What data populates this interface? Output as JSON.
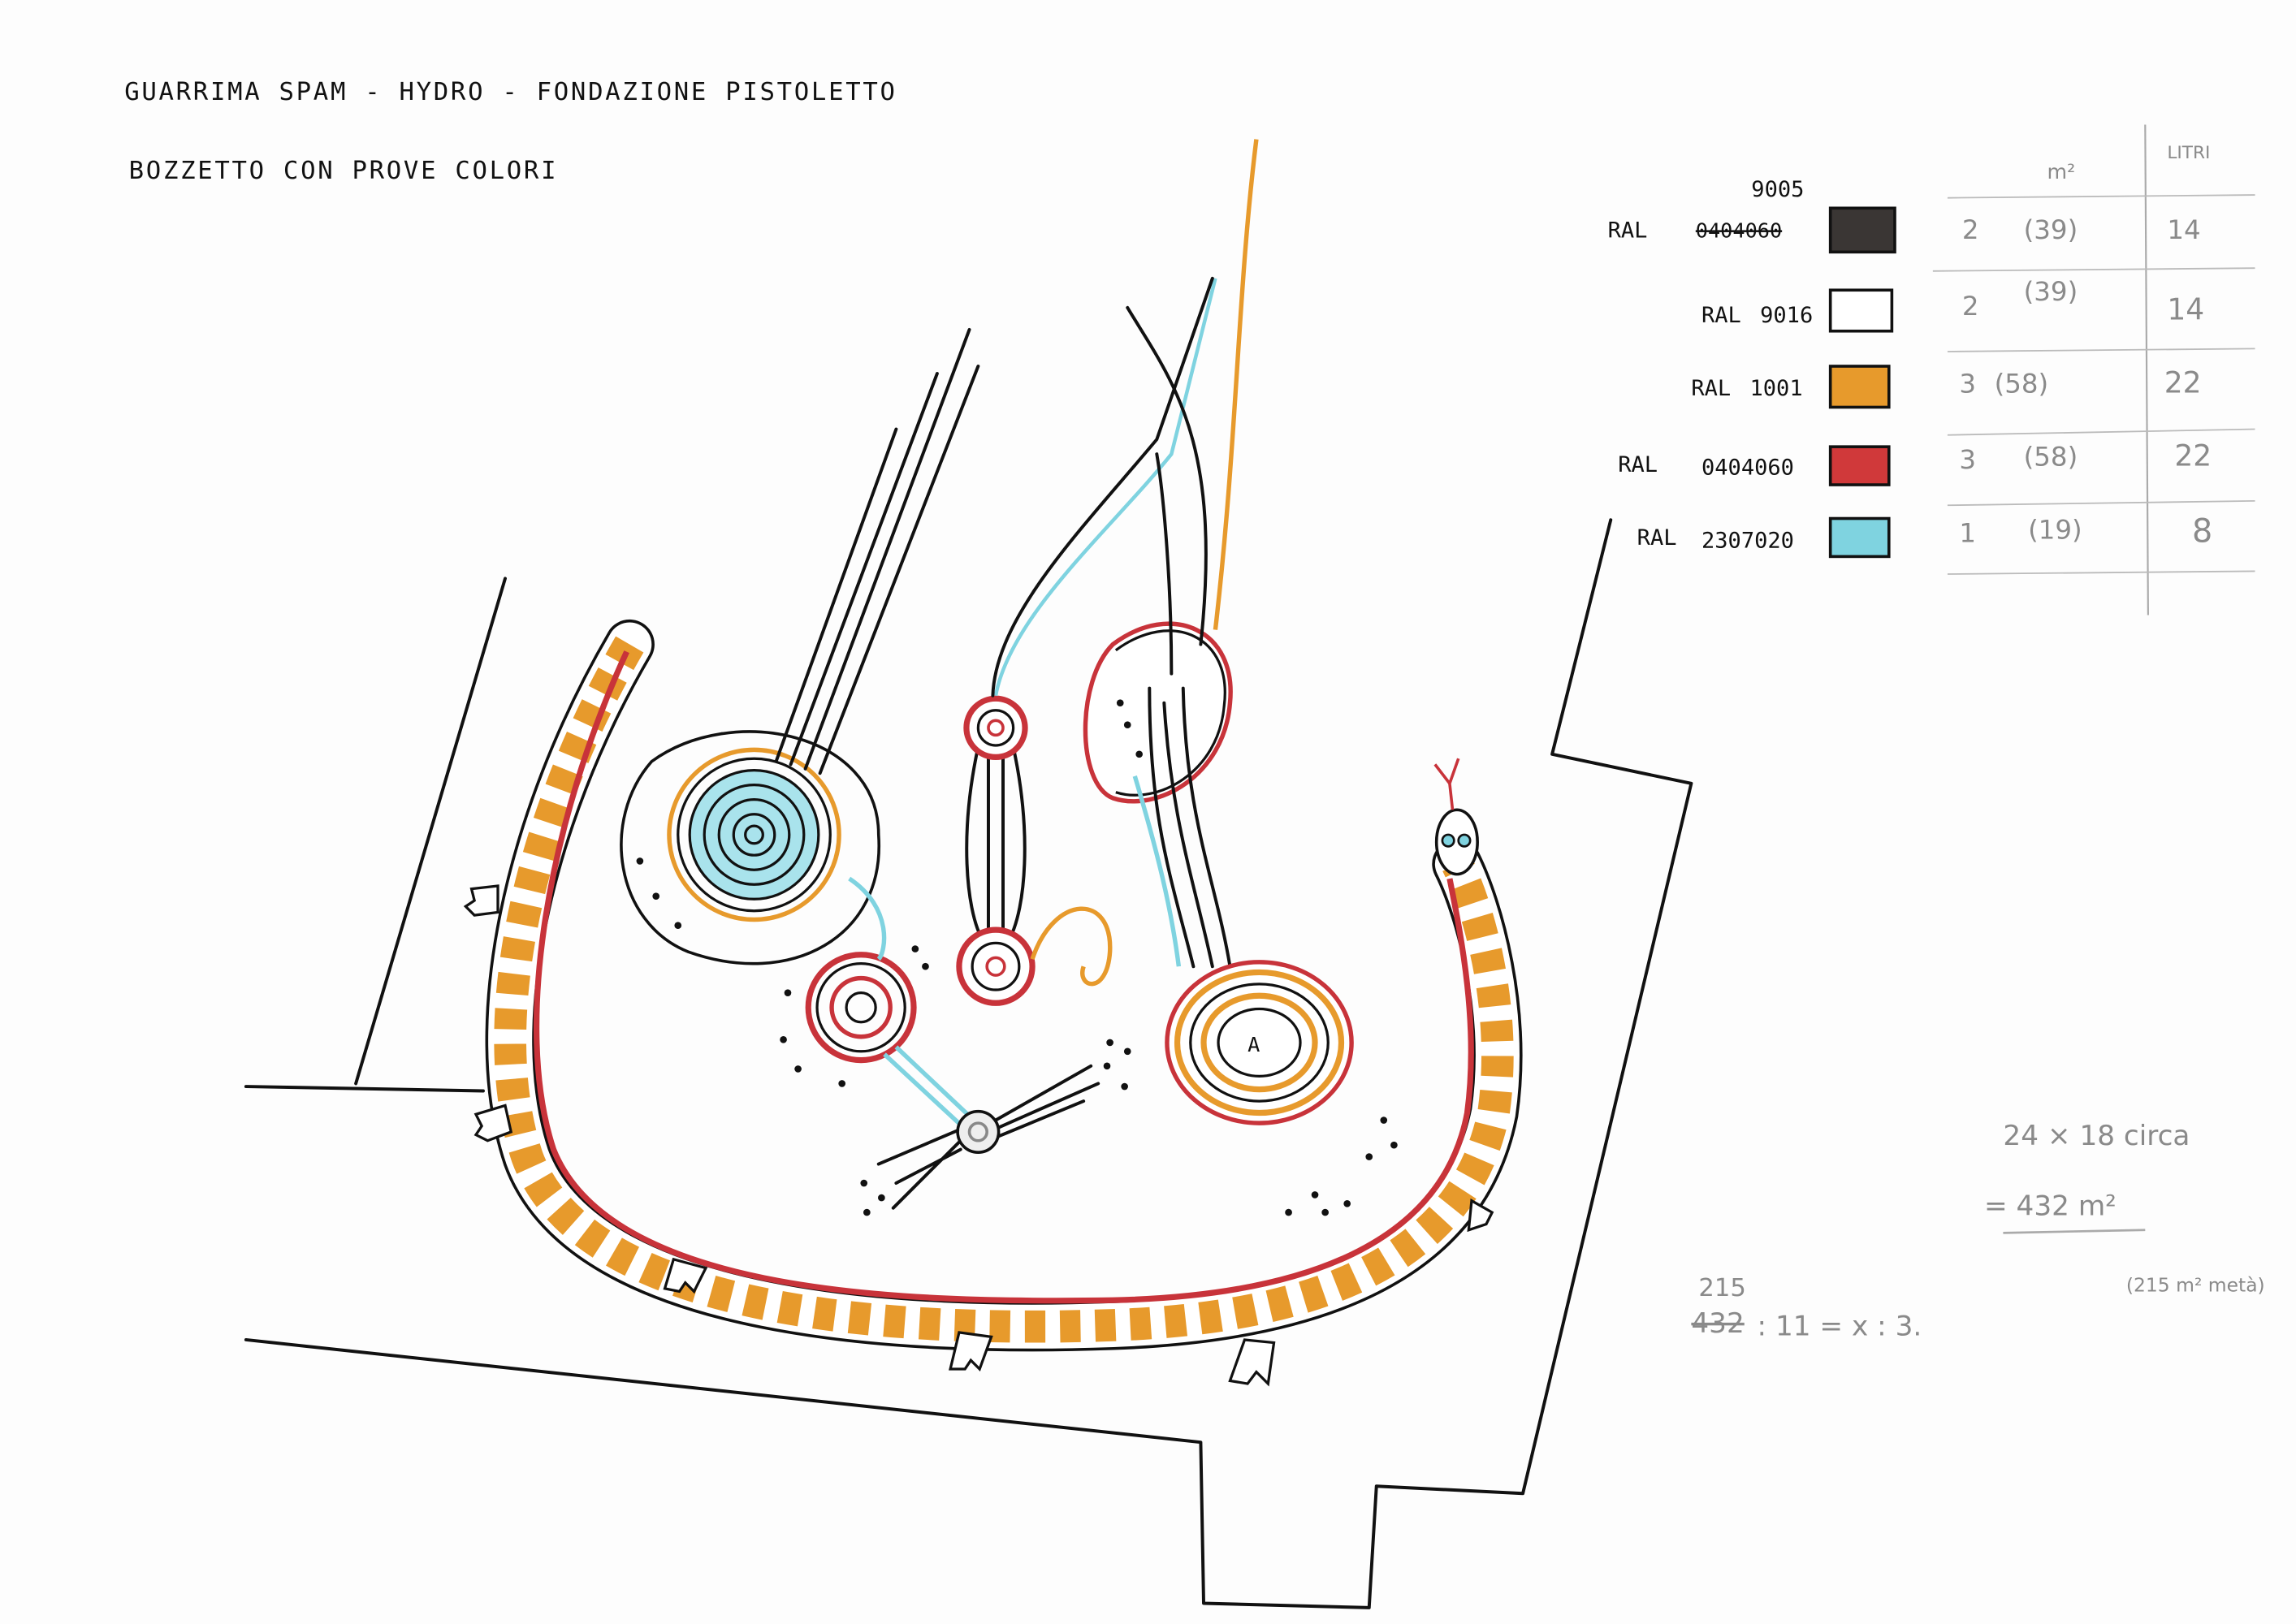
{
  "header": {
    "title": "GUARRIMA SPAM - HYDRO - FONDAZIONE PISTOLETTO",
    "subtitle": "BOZZETTO CON PROVE COLORI"
  },
  "legend": {
    "col_m2": "m²",
    "col_litri": "LITRI",
    "rows": [
      {
        "label": "RAL",
        "code": "0404060",
        "code_struck": true,
        "code_correction": "9005",
        "color": "#3a3634",
        "units": "2",
        "m2": "(39)",
        "litri": "14"
      },
      {
        "label": "RAL",
        "code": "9016",
        "color": "#ffffff",
        "units": "2",
        "m2": "(39)",
        "litri": "14"
      },
      {
        "label": "RAL",
        "code": "1001",
        "color": "#e79a2c",
        "units": "3",
        "m2": "(58)",
        "litri": "22"
      },
      {
        "label": "RAL",
        "code": "0404060",
        "color": "#d0393a",
        "units": "3",
        "m2": "(58)",
        "litri": "22"
      },
      {
        "label": "RAL",
        "code": "2307020",
        "color": "#7fd3e0",
        "units": "1",
        "m2": "(19)",
        "litri": "8"
      }
    ]
  },
  "calculations": {
    "dimensions": "24 × 18 circa",
    "area": "= 432 m²",
    "area_note": "(215 m² metà)",
    "proportion_struck": "432",
    "proportion_correction": "215",
    "proportion": ": 11 = x : 3."
  },
  "drawing": {
    "circle_label": "A",
    "colors": {
      "ink": "#111111",
      "orange": "#e79a2c",
      "red": "#c8333a",
      "blue": "#7fd3e0",
      "grey": "#888888"
    }
  }
}
